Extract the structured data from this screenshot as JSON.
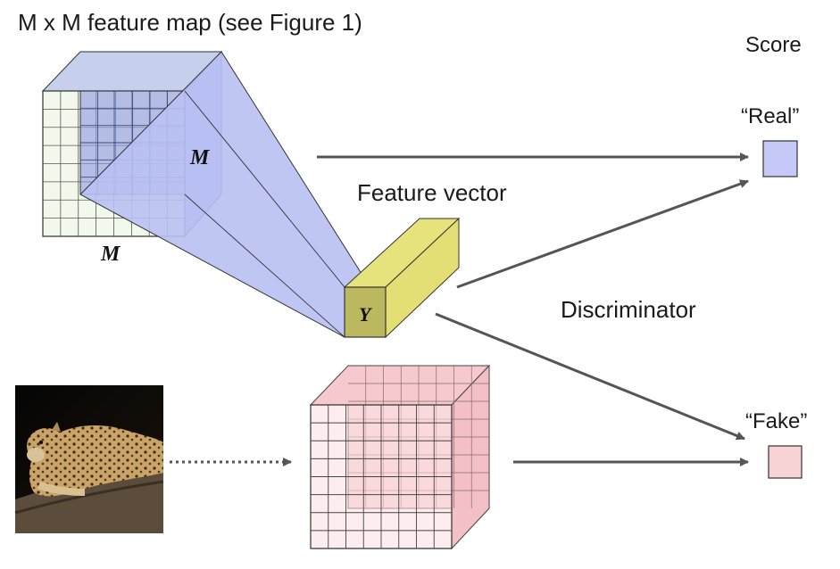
{
  "title": "M x M feature map (see Figure 1)",
  "score_label": "Score",
  "real_label": "“Real”",
  "fake_label": "“Fake”",
  "feature_vector_label": "Feature vector",
  "discriminator_label": "Discriminator",
  "m_label_side": "M",
  "m_label_bottom": "M",
  "y_label": "Y",
  "colors": {
    "feature_map_front": "#e9f3dc",
    "feature_map_back": "#b8c0ee",
    "projection": "#b9c0f3",
    "feature_vector": "#e6e27c",
    "feature_vector_front": "#bcb860",
    "pink_cube": "#f8d3d6",
    "real_box": "#c5c9f8",
    "fake_box": "#f8d3d6",
    "arrow": "#555555"
  },
  "image_caption_icon": "leopard-photo"
}
